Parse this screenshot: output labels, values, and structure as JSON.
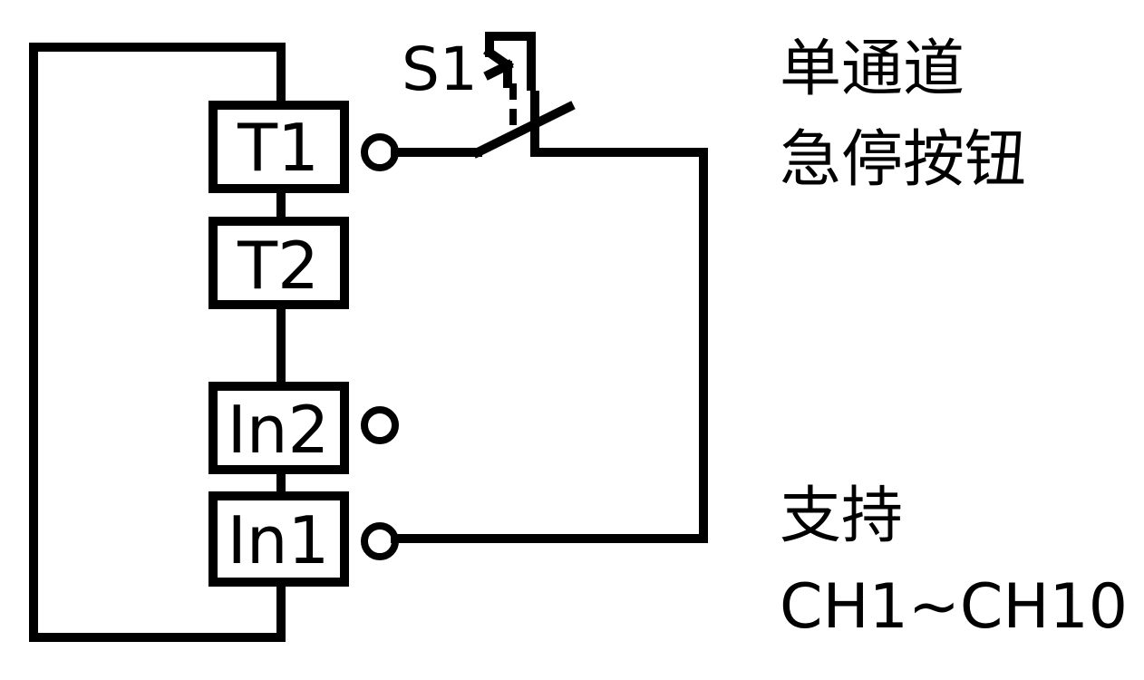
{
  "diagram": {
    "switch": {
      "label": "S1"
    },
    "terminals": [
      {
        "label": "T1"
      },
      {
        "label": "T2"
      },
      {
        "label": "In2"
      },
      {
        "label": "In1"
      }
    ],
    "notes": {
      "top_line1": "单通道",
      "top_line2": "急停按钮",
      "bottom_line1": "支持",
      "bottom_line2": "CH1~CH10"
    },
    "colors": {
      "line": "#000000",
      "background": "#ffffff"
    }
  }
}
